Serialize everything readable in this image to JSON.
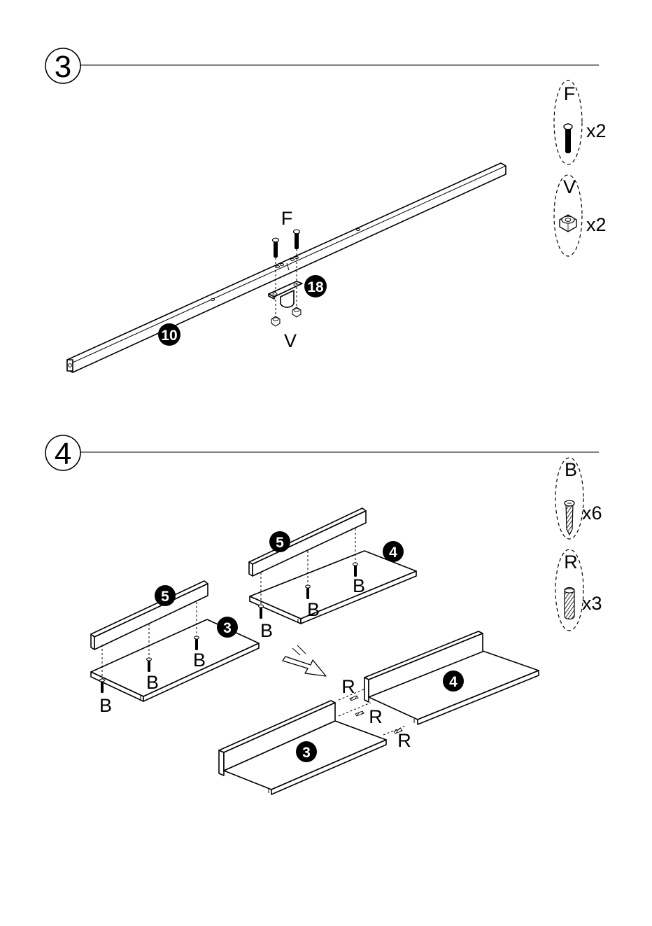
{
  "step3": {
    "number": "3",
    "hardware": [
      {
        "letter": "F",
        "qty": "x2",
        "icon": "bolt-icon"
      },
      {
        "letter": "V",
        "qty": "x2",
        "icon": "nut-icon"
      }
    ],
    "labels": {
      "bolt": "F",
      "nut": "V"
    },
    "parts": {
      "rail": "10",
      "bracket": "18"
    }
  },
  "step4": {
    "number": "4",
    "hardware": [
      {
        "letter": "B",
        "qty": "x6",
        "icon": "screw-icon"
      },
      {
        "letter": "R",
        "qty": "x3",
        "icon": "dowel-icon"
      }
    ],
    "screw_label": "B",
    "dowel_label": "R",
    "parts": {
      "back_panel": "5",
      "shelf_left": "3",
      "shelf_right": "4"
    }
  }
}
